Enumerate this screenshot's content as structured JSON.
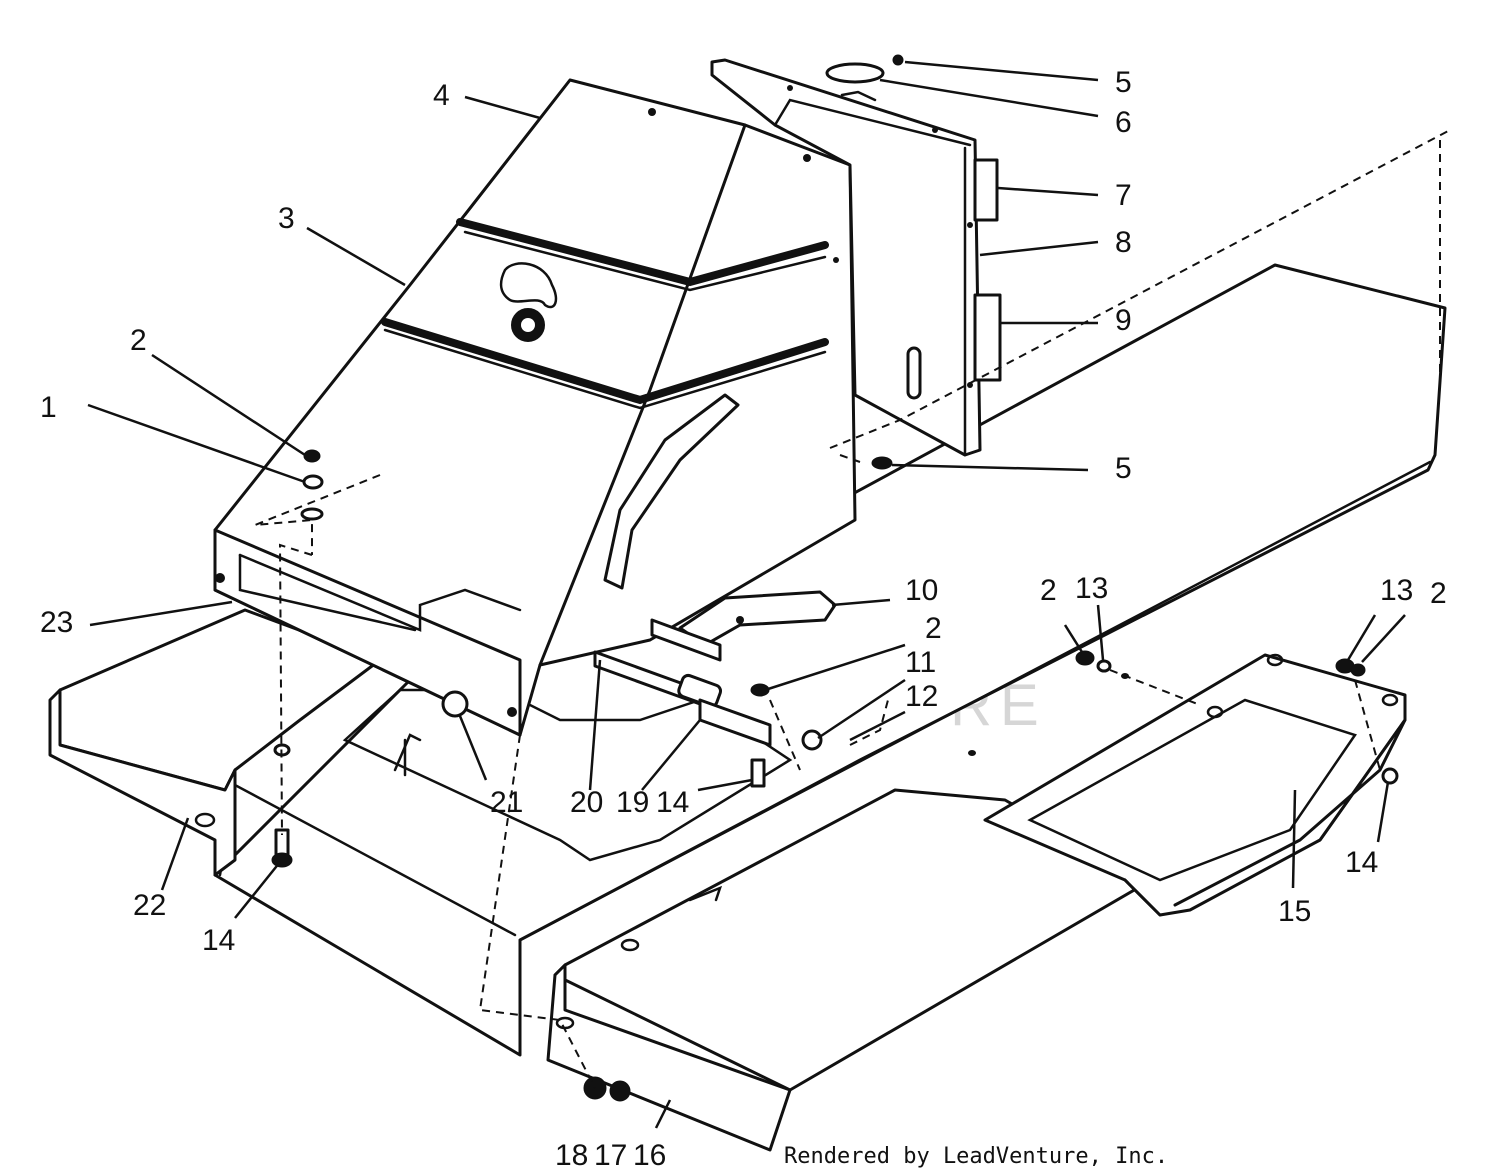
{
  "diagram": {
    "credit": "Rendered by LeadVenture, Inc.",
    "watermark_icon": "flame-icon",
    "callouts": [
      {
        "id": "c5a",
        "text": "5"
      },
      {
        "id": "c6",
        "text": "6"
      },
      {
        "id": "c4",
        "text": "4"
      },
      {
        "id": "c7",
        "text": "7"
      },
      {
        "id": "c8",
        "text": "8"
      },
      {
        "id": "c3",
        "text": "3"
      },
      {
        "id": "c9",
        "text": "9"
      },
      {
        "id": "c2a",
        "text": "2"
      },
      {
        "id": "c1",
        "text": "1"
      },
      {
        "id": "c5b",
        "text": "5"
      },
      {
        "id": "c10",
        "text": "10"
      },
      {
        "id": "c2b",
        "text": "2"
      },
      {
        "id": "c13a",
        "text": "13"
      },
      {
        "id": "c13b",
        "text": "13"
      },
      {
        "id": "c2c",
        "text": "2"
      },
      {
        "id": "c23",
        "text": "23"
      },
      {
        "id": "c2d",
        "text": "2"
      },
      {
        "id": "c11",
        "text": "11"
      },
      {
        "id": "c12",
        "text": "12"
      },
      {
        "id": "c21",
        "text": "21"
      },
      {
        "id": "c20",
        "text": "20"
      },
      {
        "id": "c19",
        "text": "19"
      },
      {
        "id": "c14a",
        "text": "14"
      },
      {
        "id": "c14b",
        "text": "14"
      },
      {
        "id": "c22",
        "text": "22"
      },
      {
        "id": "c15",
        "text": "15"
      },
      {
        "id": "c14c",
        "text": "14"
      },
      {
        "id": "c18",
        "text": "18"
      },
      {
        "id": "c17",
        "text": "17"
      },
      {
        "id": "c16",
        "text": "16"
      }
    ]
  }
}
